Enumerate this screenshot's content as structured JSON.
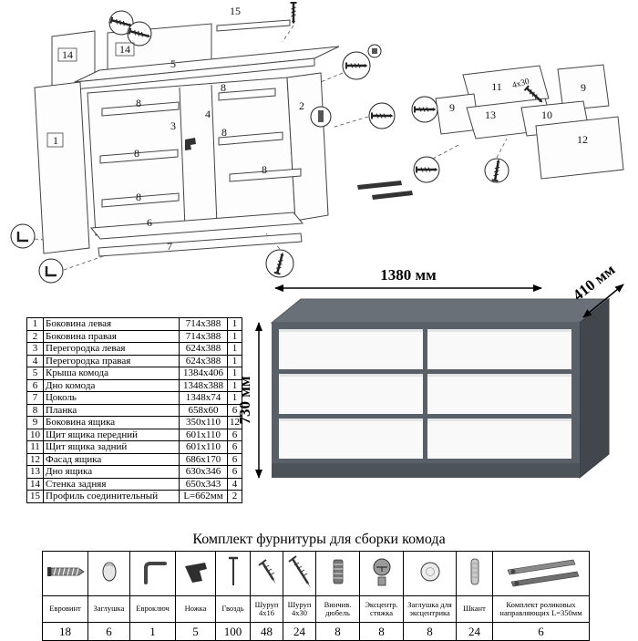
{
  "diagram": {
    "labels": [
      "15",
      "14",
      "14",
      "5",
      "1",
      "3",
      "4",
      "2",
      "8",
      "8",
      "8",
      "8",
      "8",
      "8",
      "6",
      "7",
      "11",
      "9",
      "4x30",
      "9",
      "13",
      "10",
      "12"
    ]
  },
  "render": {
    "width_label": "1380 мм",
    "depth_label": "410 мм",
    "height_label": "730 мм"
  },
  "parts_table": {
    "rows": [
      {
        "num": "1",
        "name": "Боковина левая",
        "size": "714x388",
        "qty": "1"
      },
      {
        "num": "2",
        "name": "Боковина правая",
        "size": "714x388",
        "qty": "1"
      },
      {
        "num": "3",
        "name": "Перегородка левая",
        "size": "624x388",
        "qty": "1"
      },
      {
        "num": "4",
        "name": "Перегородка правая",
        "size": "624x388",
        "qty": "1"
      },
      {
        "num": "5",
        "name": "Крыша комода",
        "size": "1384x406",
        "qty": "1"
      },
      {
        "num": "6",
        "name": "Дно комода",
        "size": "1348x388",
        "qty": "1"
      },
      {
        "num": "7",
        "name": "Цоколь",
        "size": "1348x74",
        "qty": "1"
      },
      {
        "num": "8",
        "name": "Планка",
        "size": "658x60",
        "qty": "6"
      },
      {
        "num": "9",
        "name": "Боковина ящика",
        "size": "350x110",
        "qty": "12"
      },
      {
        "num": "10",
        "name": "Щит ящика передний",
        "size": "601x110",
        "qty": "6"
      },
      {
        "num": "11",
        "name": "Щит ящика задний",
        "size": "601x110",
        "qty": "6"
      },
      {
        "num": "12",
        "name": "Фасад ящика",
        "size": "686x170",
        "qty": "6"
      },
      {
        "num": "13",
        "name": "Дно ящика",
        "size": "630x346",
        "qty": "6"
      },
      {
        "num": "14",
        "name": "Стенка задняя",
        "size": "650x343",
        "qty": "4"
      },
      {
        "num": "15",
        "name": "Профиль соединительный",
        "size": "L=662мм",
        "qty": "2"
      }
    ]
  },
  "hardware": {
    "title": "Комплект фурнитуры для сборки комода",
    "items": [
      {
        "icon": "euroscrew-icon",
        "name": "Евровинт",
        "qty": "18"
      },
      {
        "icon": "plug-icon",
        "name": "Заглушка",
        "qty": "6"
      },
      {
        "icon": "hex-key-icon",
        "name": "Евроключ",
        "qty": "1"
      },
      {
        "icon": "leg-icon",
        "name": "Ножка",
        "qty": "5"
      },
      {
        "icon": "nail-icon",
        "name": "Гвоздь",
        "qty": "100"
      },
      {
        "icon": "screw-4x16-icon",
        "name": "Шуруп 4х16",
        "qty": "48"
      },
      {
        "icon": "screw-4x30-icon",
        "name": "Шуруп 4х30",
        "qty": "24"
      },
      {
        "icon": "dowel-icon",
        "name": "Винчив. дюбель",
        "qty": "8"
      },
      {
        "icon": "cam-lock-icon",
        "name": "Эксцентр. стяжка",
        "qty": "8"
      },
      {
        "icon": "cam-cover-icon",
        "name": "Заглушка для эксцентрика",
        "qty": "8"
      },
      {
        "icon": "wood-dowel-icon",
        "name": "Шкант",
        "qty": "24"
      },
      {
        "icon": "roller-guides-icon",
        "name": "Комплект роликовых направляющих L=350мм",
        "qty": "6"
      }
    ]
  }
}
